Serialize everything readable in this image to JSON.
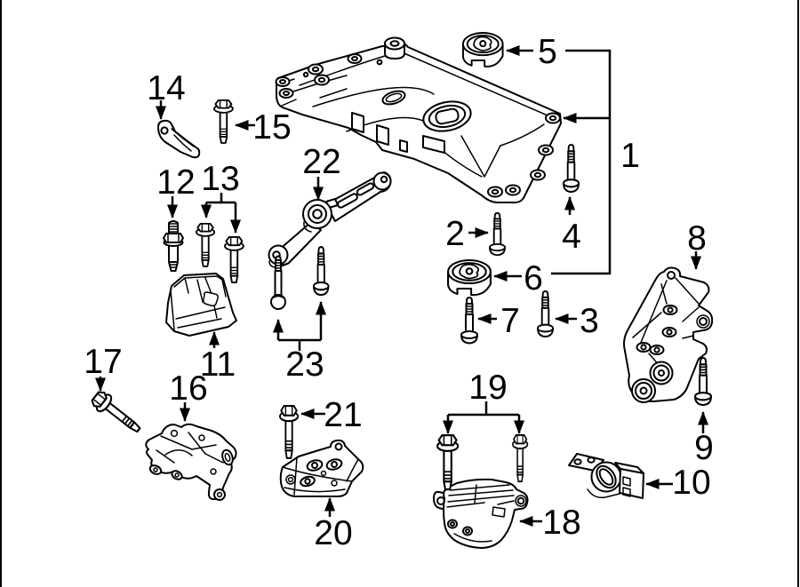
{
  "colors": {
    "line": "#000000",
    "background": "#ffffff"
  },
  "callouts": [
    {
      "label": "1"
    },
    {
      "label": "2"
    },
    {
      "label": "3"
    },
    {
      "label": "4"
    },
    {
      "label": "5"
    },
    {
      "label": "6"
    },
    {
      "label": "7"
    },
    {
      "label": "8"
    },
    {
      "label": "9"
    },
    {
      "label": "10"
    },
    {
      "label": "11"
    },
    {
      "label": "12"
    },
    {
      "label": "13"
    },
    {
      "label": "14"
    },
    {
      "label": "15"
    },
    {
      "label": "16"
    },
    {
      "label": "17"
    },
    {
      "label": "18"
    },
    {
      "label": "19"
    },
    {
      "label": "20"
    },
    {
      "label": "21"
    },
    {
      "label": "22"
    },
    {
      "label": "23"
    }
  ]
}
